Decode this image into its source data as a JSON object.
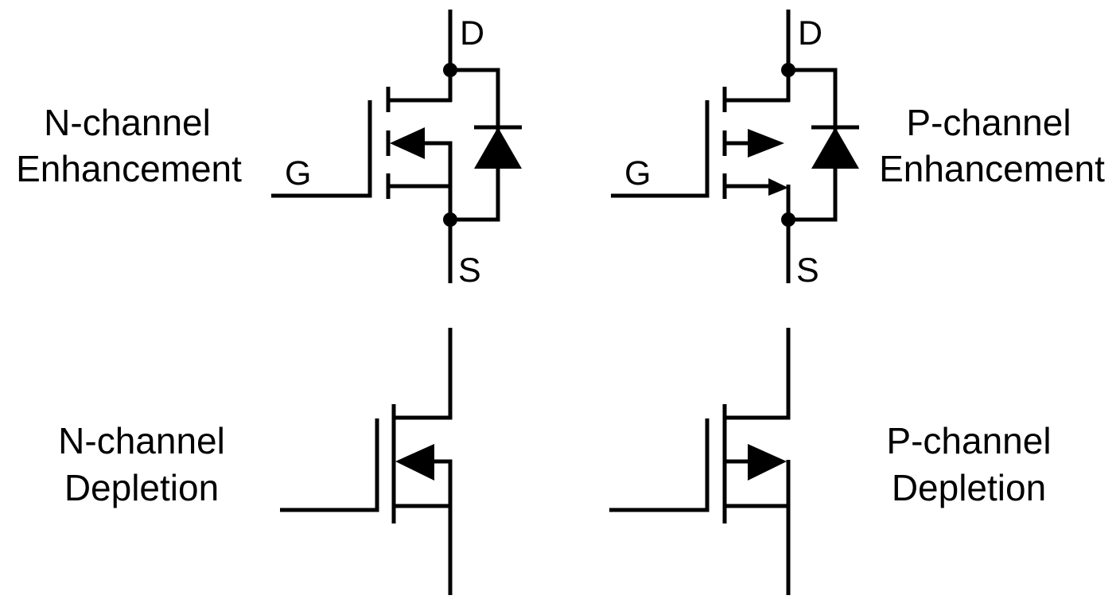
{
  "symbols": {
    "n_enhancement": {
      "label_line1": "N-channel",
      "label_line2": "Enhancement",
      "gate": "G",
      "drain": "D",
      "source": "S"
    },
    "p_enhancement": {
      "label_line1": "P-channel",
      "label_line2": "Enhancement",
      "gate": "G",
      "drain": "D",
      "source": "S"
    },
    "n_depletion": {
      "label_line1": "N-channel",
      "label_line2": "Depletion"
    },
    "p_depletion": {
      "label_line1": "P-channel",
      "label_line2": "Depletion"
    }
  },
  "colors": {
    "stroke": "#000000",
    "background": "#ffffff"
  }
}
